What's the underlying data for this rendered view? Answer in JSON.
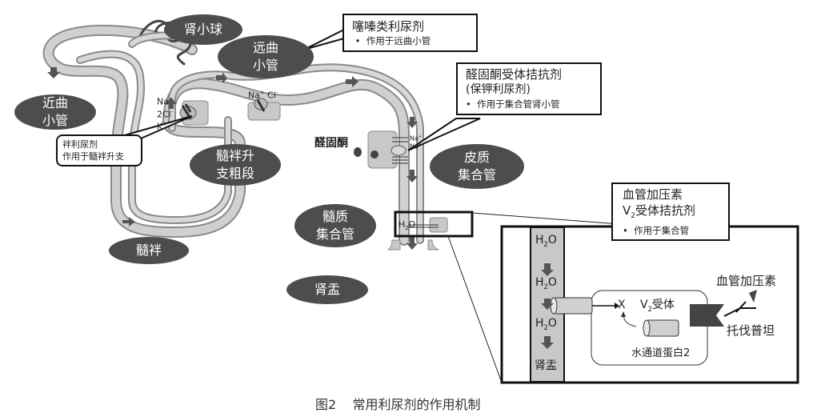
{
  "segments": {
    "glomerulus": "肾小球",
    "distal_tubule_l1": "远曲",
    "distal_tubule_l2": "小管",
    "proximal_tubule_l1": "近曲",
    "proximal_tubule_l2": "小管",
    "thick_ascending_l1": "髓袢升",
    "thick_ascending_l2": "支粗段",
    "loop_of_henle": "髓袢",
    "cortical_cd_l1": "皮质",
    "cortical_cd_l2": "集合管",
    "medullary_cd_l1": "髓质",
    "medullary_cd_l2": "集合管",
    "renal_pelvis": "肾盂"
  },
  "callouts": {
    "thiazide": {
      "title": "噻嗪类利尿剂",
      "note": "作用于远曲小管"
    },
    "aldosterone_antagonist": {
      "title": "醛固酮受体拮抗剂",
      "subtitle": "(保钾利尿剂)",
      "note": "作用于集合管肾小管"
    },
    "loop_diuretic": {
      "title": "袢利尿剂",
      "note": "作用于髓袢升支"
    },
    "v2_antagonist": {
      "title_l1": "血管加压素",
      "title_l2_prefix": "V",
      "title_l2_sub": "2",
      "title_l2_suffix": "受体拮抗剂",
      "note": "作用于集合管"
    }
  },
  "transporters": {
    "nkcc_na": "Na",
    "nkcc_cl": "2Cl",
    "nkcc_k": "K",
    "ncc_na": "Na",
    "ncc_cl": "Cl",
    "enac_na1": "Na",
    "enac_na2": "Na",
    "aldosterone": "醛固酮",
    "water": "H",
    "water_sub": "2",
    "water_o": "O"
  },
  "inset": {
    "water_labels": [
      "H",
      "H",
      "H"
    ],
    "water_sub": "2",
    "water_o": "O",
    "pelvis": "肾盂",
    "v2_receptor_prefix": "V",
    "v2_receptor_sub": "2",
    "v2_receptor_suffix": "受体",
    "block_mark": "X",
    "aquaporin": "水通道蛋白2",
    "vasopressin": "血管加压素",
    "tolvaptan": "托伐普坦"
  },
  "caption": {
    "figure": "图2",
    "text": "常用利尿剂的作用机制"
  },
  "colors": {
    "oval": "#4d4d4d",
    "tubule": "#c8c8c8",
    "tubule_edge": "#8a8a8a",
    "arrow": "#555555"
  }
}
